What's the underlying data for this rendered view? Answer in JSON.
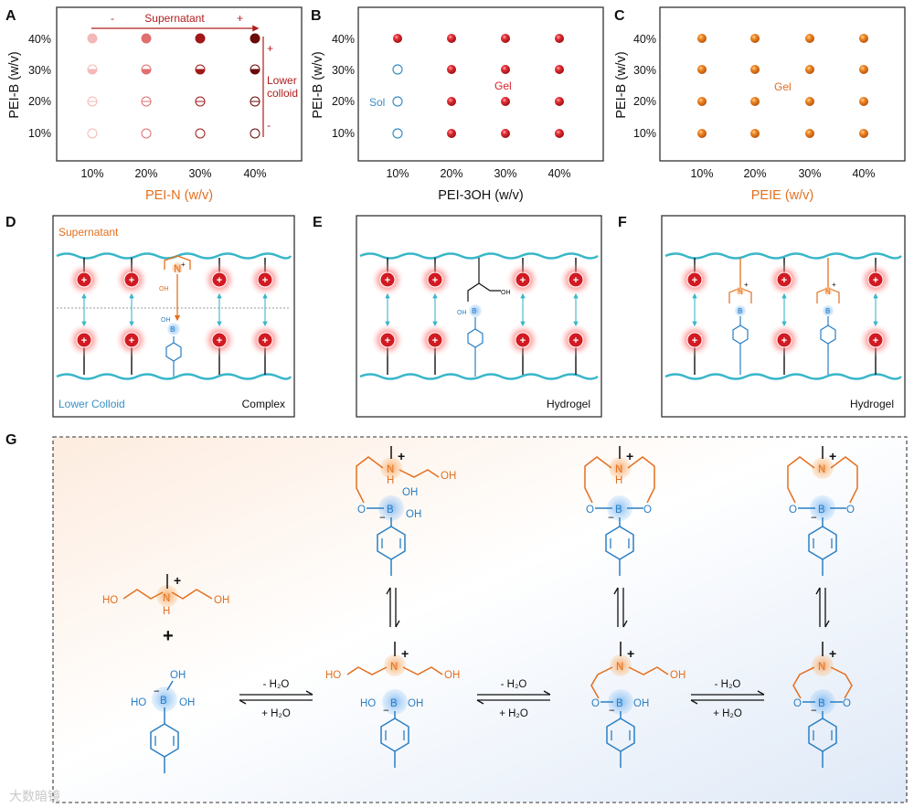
{
  "figure": {
    "panel_labels": [
      "A",
      "B",
      "C",
      "D",
      "E",
      "F",
      "G"
    ],
    "watermark": "大数暗镜"
  },
  "panel_a": {
    "ylabel": "PEI-B (w/v)",
    "xlabel": "PEI-N (w/v)",
    "yticks": [
      "40%",
      "30%",
      "20%",
      "10%"
    ],
    "xticks": [
      "10%",
      "20%",
      "30%",
      "40%"
    ],
    "arrow_top_label": "Supernatant",
    "minus": "-",
    "plus": "+",
    "arrow_right_label_1": "Lower",
    "arrow_right_label_2": "colloid",
    "colors": [
      "#f5b8b8",
      "#e07070",
      "#a01818",
      "#6b0a0a"
    ]
  },
  "panel_b": {
    "ylabel": "PEI-B (w/v)",
    "xlabel": "PEI-3OH (w/v)",
    "yticks": [
      "40%",
      "30%",
      "20%",
      "10%"
    ],
    "xticks": [
      "10%",
      "20%",
      "30%",
      "40%"
    ],
    "sol_label": "Sol",
    "gel_label": "Gel",
    "sol_color": "#3a8fc4",
    "gel_color": "#d61f26"
  },
  "panel_c": {
    "ylabel": "PEI-B (w/v)",
    "xlabel": "PEIE (w/v)",
    "yticks": [
      "40%",
      "30%",
      "20%",
      "10%"
    ],
    "xticks": [
      "10%",
      "20%",
      "30%",
      "40%"
    ],
    "gel_label": "Gel",
    "gel_color": "#ef7d22"
  },
  "panel_d": {
    "top_label": "Supernatant",
    "bottom_label": "Lower Colloid",
    "caption": "Complex"
  },
  "panel_e": {
    "caption": "Hydrogel"
  },
  "panel_f": {
    "caption": "Hydrogel"
  },
  "panel_g": {
    "ho": "HO",
    "oh": "OH",
    "h": "H",
    "n": "N",
    "b": "B",
    "o": "O",
    "plus": "+",
    "minus": "−",
    "plus_sign": "+",
    "eq1_top": "- H₂O",
    "eq1_bottom": "+ H₂O",
    "eq2_top": "- H₂O",
    "eq2_bottom": "+ H₂O",
    "eq3_top": "- H₂O",
    "eq3_bottom": "+ H₂O"
  }
}
